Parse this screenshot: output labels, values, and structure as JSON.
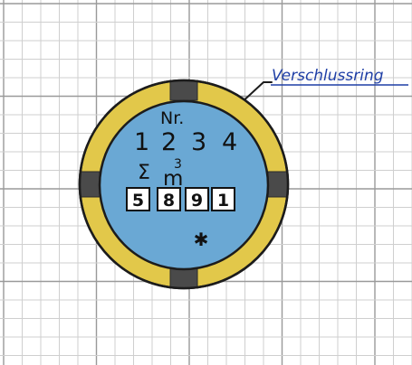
{
  "ring_label": "Verschlussring",
  "meter_number_label": "Nr.",
  "meter_number_digits": [
    "1",
    "2",
    "3",
    "4"
  ],
  "unit_symbol": "m",
  "unit_exponent": "3",
  "sum_symbol": "Σ",
  "counter_digits": [
    "5",
    "8",
    "9",
    "1"
  ],
  "star_symbol": "✱",
  "colors": {
    "paper": "#ffffff",
    "grid_line": "#c9c9c9",
    "grid_major": "#9a9a9a",
    "ring_fill": "#e2c84a",
    "ring_outline": "#1c1c1c",
    "dial_fill": "#6aa8d4",
    "clamp_fill": "#4a4a4a",
    "ink": "#111111",
    "label_ink": "#1f3fa6",
    "counter_box_fill": "#ffffff"
  }
}
